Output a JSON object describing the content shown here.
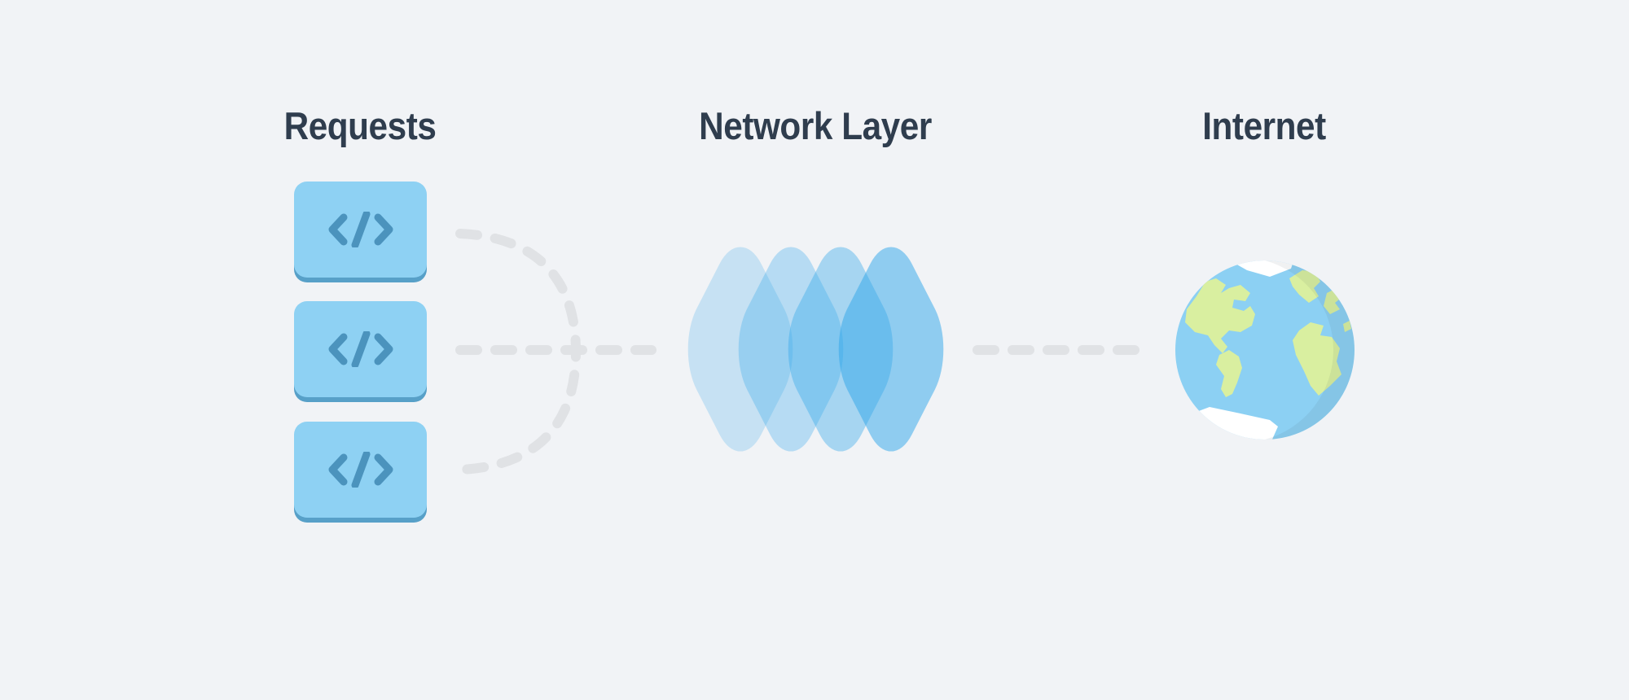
{
  "headings": {
    "requests": "Requests",
    "network_layer": "Network Layer",
    "internet": "Internet"
  },
  "request_blocks": {
    "count": 3,
    "icon": "code-icon",
    "glyph": "</>"
  },
  "network_layer": {
    "icon": "layered-diamonds-icon",
    "sheet_count": 4,
    "sheet_color": "#2da5ea",
    "sheet_opacities": [
      0.22,
      0.3,
      0.38,
      0.5
    ]
  },
  "internet": {
    "icon": "globe-icon"
  },
  "connections": [
    {
      "from": "requests",
      "to": "network-layer",
      "style": "dashed",
      "shape": "three lines merging via arc"
    },
    {
      "from": "network-layer",
      "to": "internet",
      "style": "dashed",
      "shape": "straight line"
    }
  ],
  "colors": {
    "background": "#f1f3f6",
    "heading_text": "#2f3d4e",
    "block_fill": "#8ed1f3",
    "block_edge": "#57a0c8",
    "code_glyph": "#4b93bd",
    "dash": "#e0e2e5",
    "globe_ocean": "#8cd0f3",
    "globe_land": "#d9efa0",
    "globe_polar": "#ffffff"
  }
}
